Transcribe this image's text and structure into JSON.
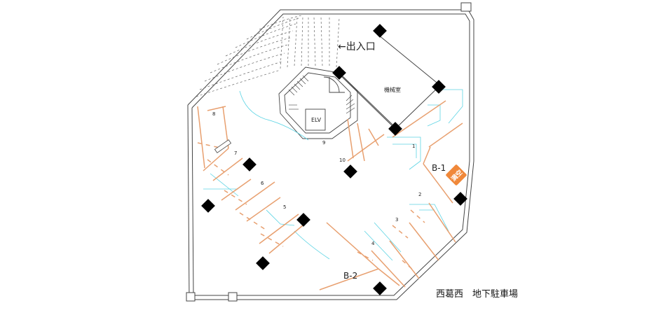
{
  "caption": "西葛西　地下駐車場",
  "labels": {
    "entrance": "←出入口",
    "machine_room": "機械室",
    "elevator": "ELV",
    "zone_b1": "B-1",
    "zone_b2": "B-2",
    "badge": "満空"
  },
  "spaces": [
    "1",
    "2",
    "3",
    "4",
    "5",
    "6",
    "7",
    "8",
    "9",
    "10"
  ],
  "colors": {
    "wall": "#444444",
    "parking_line": "#e8a070",
    "guide_line": "#5cd4e4",
    "column": "#000000",
    "badge": "#f0883a"
  }
}
